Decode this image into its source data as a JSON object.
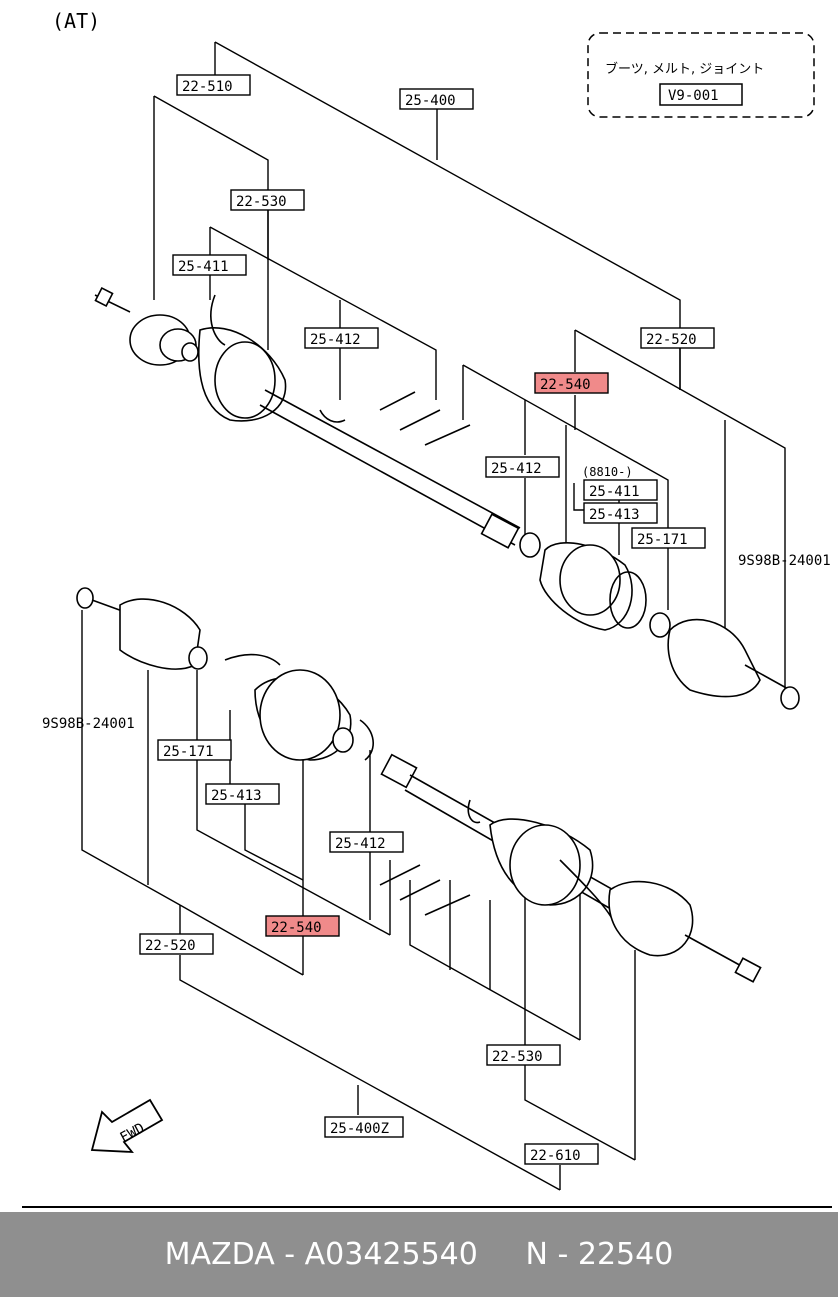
{
  "title": "(AT)",
  "group_box": {
    "text": "ブーツ, メルト, ジョイント",
    "code": "V9-001"
  },
  "labels": {
    "l1": "22-510",
    "l2": "25-400",
    "l3": "22-530",
    "l4": "25-411",
    "l5": "25-412",
    "l6": "22-520",
    "l7": "22-540",
    "l8": "25-412",
    "l9": "(8810-)",
    "l10": "25-411",
    "l11": "25-413",
    "l12": "25-171",
    "l13": "9S98B-24001",
    "l14": "9S98B-24001",
    "l15": "25-171",
    "l16": "25-413",
    "l17": "25-412",
    "l18": "22-540",
    "l19": "22-520",
    "l20": "22-530",
    "l21": "25-400Z",
    "l22": "22-610"
  },
  "fwd": "FWD",
  "footer": {
    "brand": "MAZDA",
    "part_number": "A03425540",
    "code": "N - 22540"
  },
  "colors": {
    "highlight": "#f08a8a",
    "footer_bg": "#8f8f8f",
    "footer_text": "#ffffff"
  }
}
